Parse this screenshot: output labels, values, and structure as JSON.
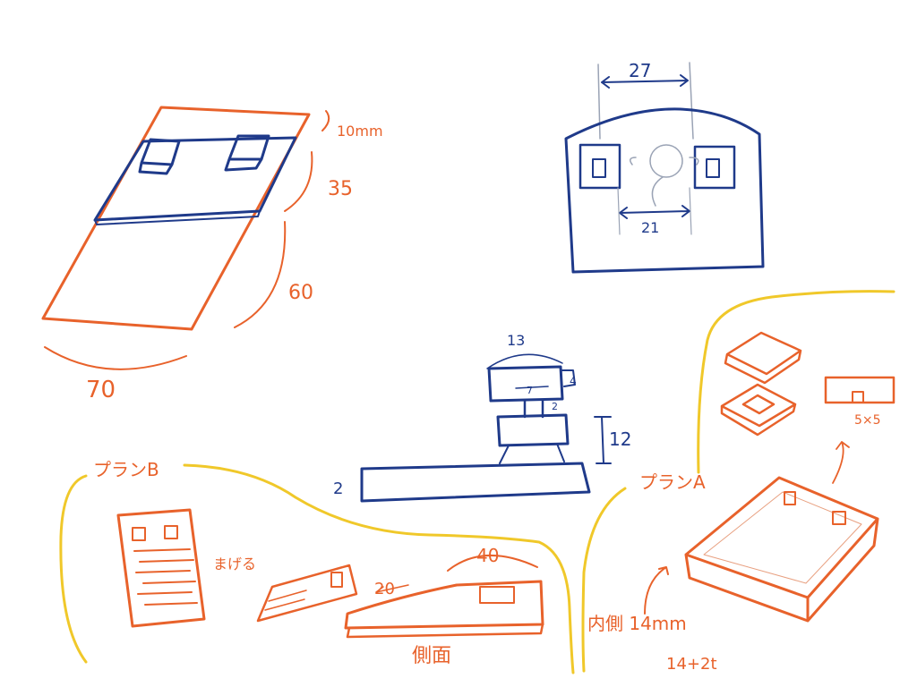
{
  "colors": {
    "orange": "#e8622b",
    "navy": "#1f3a8a",
    "yellow": "#f0c82a",
    "gray": "#9aa3b5"
  },
  "top_left_sketch": {
    "thickness_label": "10mm",
    "depth_label_inner": "35",
    "depth_label_outer": "60",
    "width_label": "70"
  },
  "top_right_sketch": {
    "outer_width_label": "27",
    "inner_width_label": "21"
  },
  "side_view": {
    "top_width_label": "13",
    "top_height_label": "4",
    "inner_gap_label": "7",
    "small_gap_label": "2",
    "stack_height_label": "12",
    "base_thickness_label": "2"
  },
  "plan_a": {
    "title": "プランA",
    "detail_label": "5×5",
    "inner_label": "内側 14mm",
    "formula_label": "14+2t"
  },
  "plan_b": {
    "title": "プランB",
    "bend_label": "まげる",
    "length_label_a": "20",
    "length_label_b": "40",
    "side_label": "側面"
  }
}
